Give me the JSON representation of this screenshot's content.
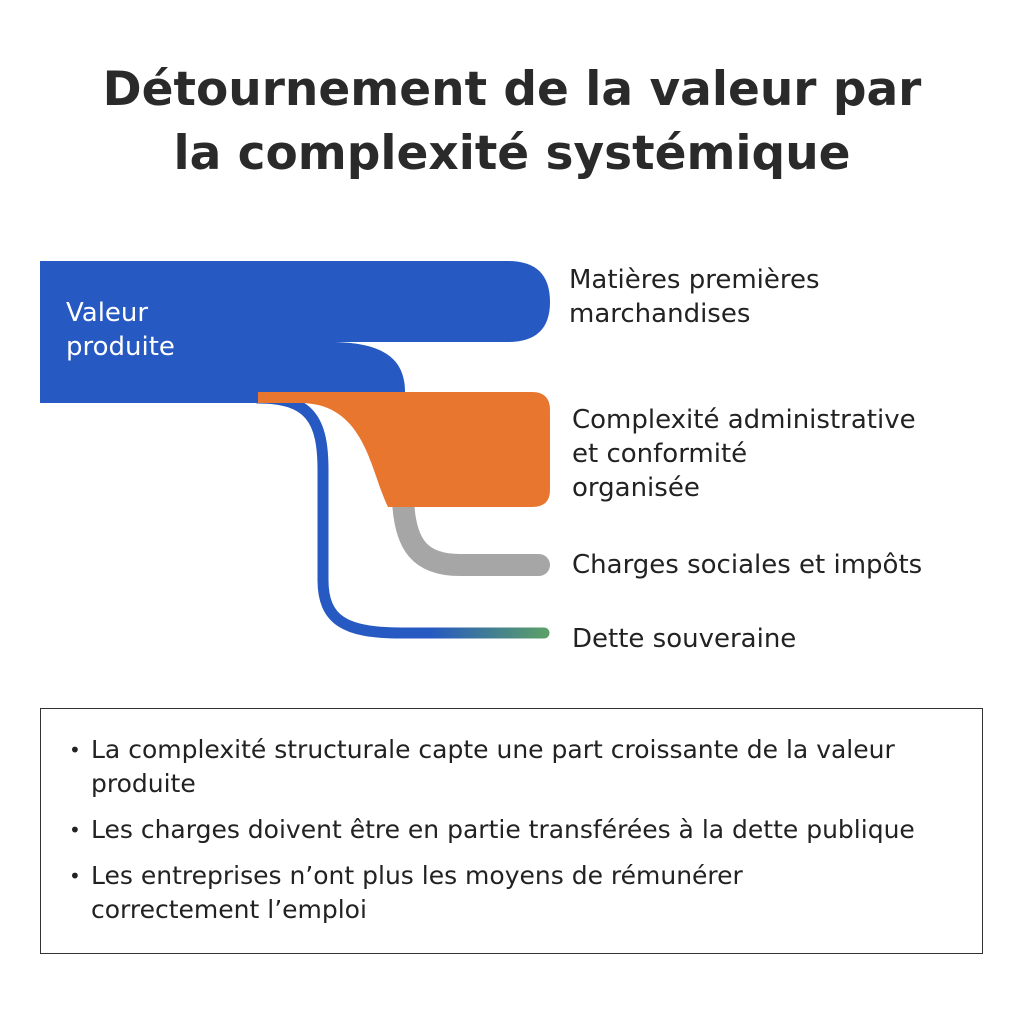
{
  "title": {
    "line1": "Détournement de la valeur par",
    "line2": "la complexité systémique"
  },
  "source": {
    "label": "Valeur produite",
    "color": "#2659c2"
  },
  "flows": [
    {
      "label_lines": [
        "Matières premières",
        "marchandises"
      ],
      "color": "#2659c2"
    },
    {
      "label_lines": [
        "Complexité administrative",
        "et conformité",
        "organisée"
      ],
      "color": "#e8762f"
    },
    {
      "label_lines": [
        "Charges sociales et impôts"
      ],
      "color": "#a6a6a6"
    },
    {
      "label_lines": [
        "Dette souveraine"
      ],
      "color": "#5a9e6a"
    }
  ],
  "bullets": [
    "La complexité structurale capte une part croissante de la valeur produite",
    "Les charges doivent être en partie transférées à la dette publique",
    "Les entreprises n’ont plus les moyens de rémunérer correctement l’emploi"
  ]
}
